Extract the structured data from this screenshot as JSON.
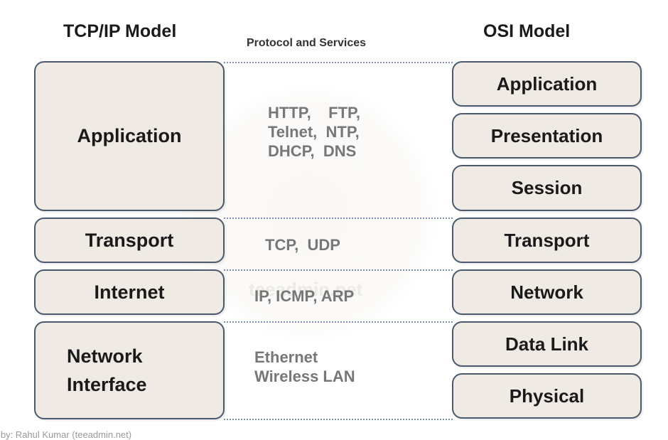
{
  "headings": {
    "tcpip": "TCP/IP Model",
    "protocols": "Protocol and Services",
    "osi": "OSI Model"
  },
  "tcpip_layers": [
    {
      "label": "Application"
    },
    {
      "label": "Transport"
    },
    {
      "label": "Internet"
    },
    {
      "label": "Network\nInterface"
    }
  ],
  "protocols": [
    {
      "text": "HTTP,    FTP,\nTelnet,  NTP,\nDHCP,  DNS"
    },
    {
      "text": "TCP,  UDP"
    },
    {
      "text": "IP, ICMP, ARP"
    },
    {
      "text": "Ethernet\nWireless LAN"
    }
  ],
  "osi_layers": [
    {
      "label": "Application"
    },
    {
      "label": "Presentation"
    },
    {
      "label": "Session"
    },
    {
      "label": "Transport"
    },
    {
      "label": "Network"
    },
    {
      "label": "Data Link"
    },
    {
      "label": "Physical"
    }
  ],
  "watermark": "teeadmin.net",
  "credit": "d by: Rahul Kumar (teeadmin.net)",
  "colors": {
    "box_fill": "#efebe4",
    "box_border": "#4a5a6c",
    "protocol_text": "#777777",
    "dotted_line": "#7d8fb0"
  }
}
